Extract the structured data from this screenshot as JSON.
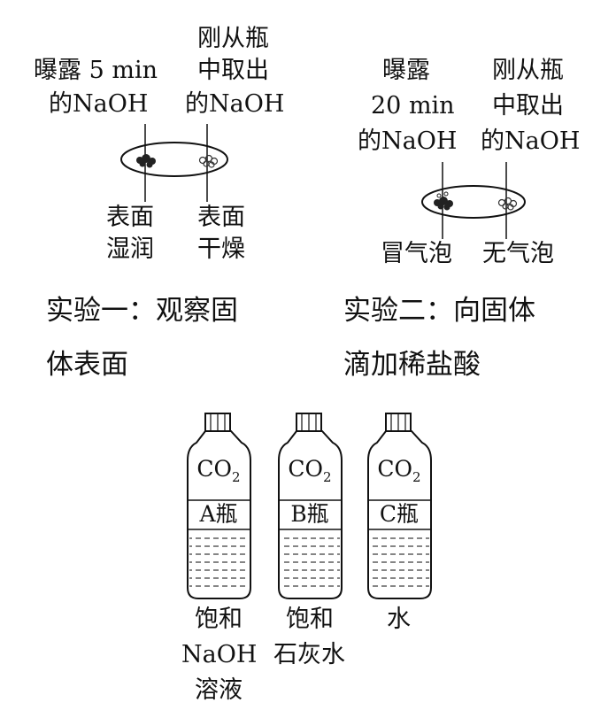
{
  "exp1": {
    "left_label": [
      "曝露 5 min",
      "的NaOH"
    ],
    "right_label": [
      "刚从瓶",
      "中取出",
      "的NaOH"
    ],
    "left_obs": [
      "表面",
      "湿润"
    ],
    "right_obs": [
      "表面",
      "干燥"
    ],
    "caption": [
      "实验一：观察固",
      "体表面"
    ]
  },
  "exp2": {
    "left_label": [
      "曝露",
      "20 min",
      "的NaOH"
    ],
    "right_label": [
      "刚从瓶",
      "中取出",
      "的NaOH"
    ],
    "left_obs": "冒气泡",
    "right_obs": "无气泡",
    "caption": [
      "实验二：向固体",
      "滴加稀盐酸"
    ]
  },
  "bottles": [
    {
      "gas": "CO",
      "sub": "2",
      "name": "A瓶",
      "solution": [
        "饱和",
        "NaOH",
        "溶液"
      ]
    },
    {
      "gas": "CO",
      "sub": "2",
      "name": "B瓶",
      "solution": [
        "饱和",
        "石灰水"
      ]
    },
    {
      "gas": "CO",
      "sub": "2",
      "name": "C瓶",
      "solution": [
        "水"
      ]
    }
  ]
}
